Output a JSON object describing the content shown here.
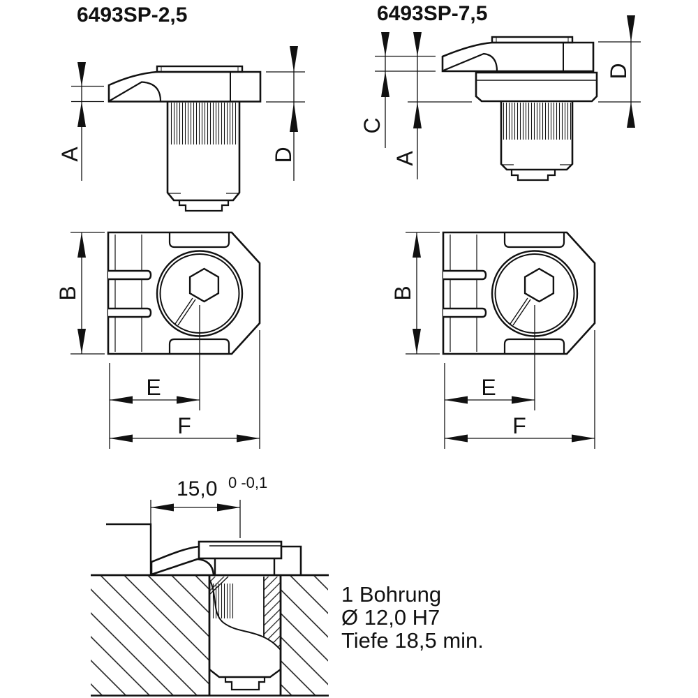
{
  "drawing": {
    "product_left": "6493SP-2,5",
    "product_right": "6493SP-7,5",
    "dim_letters": {
      "A": "A",
      "B": "B",
      "C": "C",
      "D": "D",
      "E": "E",
      "F": "F"
    },
    "section_dim": {
      "value": "15,0",
      "tolerance": "0 -0,1"
    },
    "notes": [
      "1 Bohrung",
      "Ø 12,0 H7",
      "Tiefe 18,5 min."
    ],
    "colors": {
      "ink": "#111111",
      "background": "#ffffff"
    }
  }
}
